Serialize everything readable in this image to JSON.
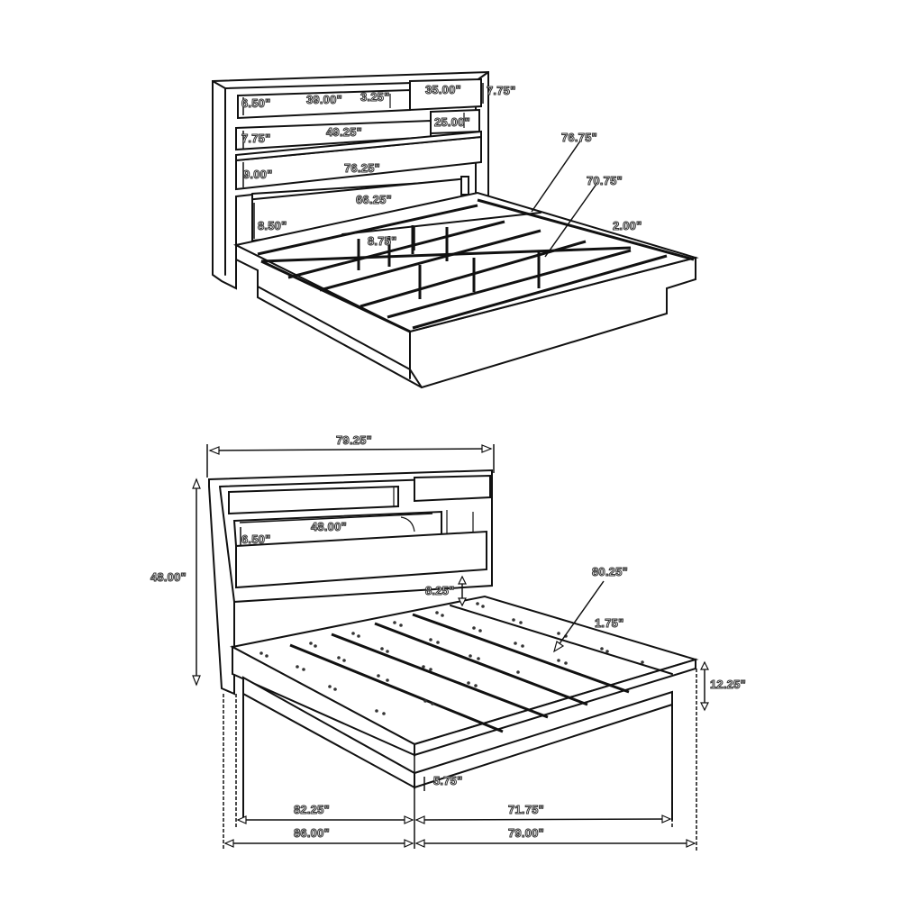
{
  "title": "",
  "diagram": {
    "subject": "Bed with bookcase headboard - dimension drawing",
    "top_view": {
      "name": "bed-frame-with-metal-slats",
      "labels": {
        "shelf_height_top": "6.50\"",
        "shelf_width_top": "39.00\"",
        "small_gap": "3.25\"",
        "drawer_width": "35.00\"",
        "drawer_height": "7.75\"",
        "cubby_width": "25.00\"",
        "shelf2_height": "7.75\"",
        "shelf2_width": "49.25\"",
        "shelf3_height": "9.00\"",
        "shelf3_width": "76.25\"",
        "panel_width": "66.25\"",
        "panel_height": "8.50\"",
        "rail_height": "8.75\"",
        "side_rail_length": "76.75\"",
        "inner_rail_length": "70.75\"",
        "rail_depth": "2.00\""
      }
    },
    "bottom_view": {
      "name": "bed-with-wood-slats",
      "labels": {
        "overall_width": "79.25\"",
        "overall_height": "48.00\"",
        "shelf_width": "48.00\"",
        "shelf_height": "6.50\"",
        "headboard_clearance": "8.25\"",
        "slat_length": "80.25\"",
        "slat_ledge": "1.75\"",
        "side_height": "12.25\"",
        "floor_clearance": "5.75\"",
        "inner_length": "82.25\"",
        "overall_length": "86.00\"",
        "inner_width": "71.75\"",
        "overall_width_bottom": "79.00\""
      }
    }
  }
}
